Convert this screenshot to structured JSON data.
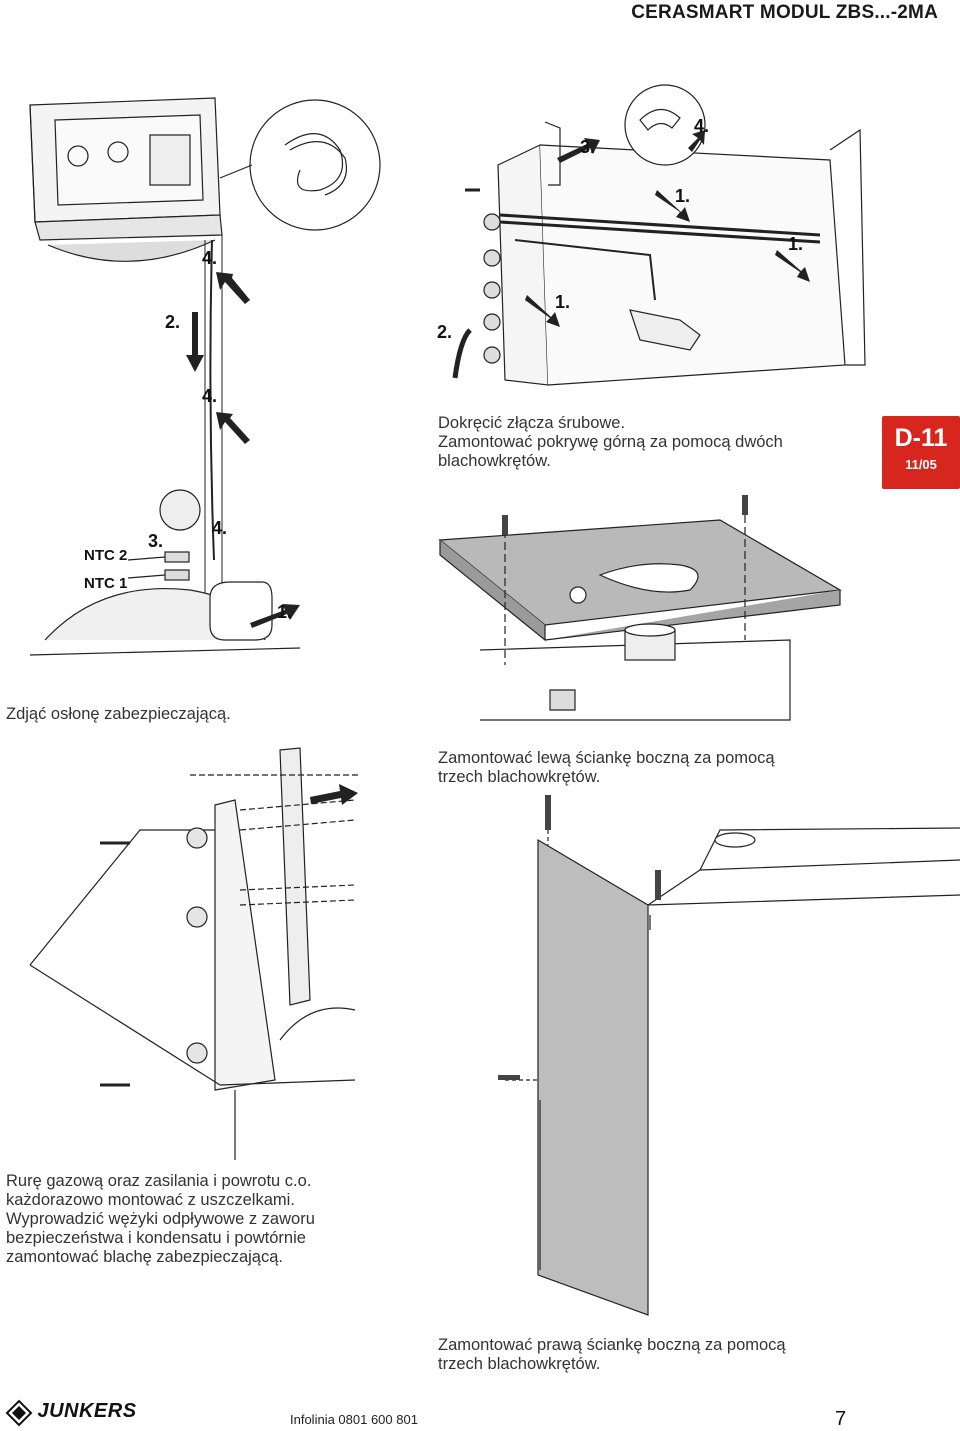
{
  "header": {
    "title": "CERASMART MODUL ZBS...-2MA"
  },
  "badge": {
    "code": "D-11",
    "date": "11/05",
    "color": "#d7261e"
  },
  "captions": {
    "tighten": [
      "Dokręcić złącza śrubowe.",
      "Zamontować pokrywę górną za pomocą dwóch",
      "blachowkrętów."
    ],
    "remove_cover": "Zdjąć osłonę zabezpieczającą.",
    "left_panel": [
      "Zamontować lewą ściankę boczną za pomocą",
      "trzech blachowkrętów."
    ],
    "pipes": [
      "Rurę gazową oraz zasilania i powrotu c.o.",
      "każdorazowo montować z uszczelkami.",
      "Wyprowadzić wężyki odpływowe z zaworu",
      "bezpieczeństwa i kondensatu i powtórnie",
      "zamontować blachę zabezpieczającą."
    ],
    "right_panel": [
      "Zamontować prawą ściankę boczną za pomocą",
      "trzech blachowkrętów."
    ]
  },
  "steps": {
    "left_4a": "4.",
    "left_2": "2.",
    "left_4b": "4.",
    "left_3": "3.",
    "left_4c": "4.",
    "left_1": "1.",
    "mid_3": "3.",
    "mid_4": "4.",
    "mid_1a": "1.",
    "mid_1b": "1.",
    "mid_1c": "1.",
    "mid_2": "2."
  },
  "ntc": {
    "ntc2": "NTC 2",
    "ntc1": "NTC 1"
  },
  "footer": {
    "brand": "JUNKERS",
    "hotline": "Infolinia 0801 600 801",
    "page": "7"
  }
}
